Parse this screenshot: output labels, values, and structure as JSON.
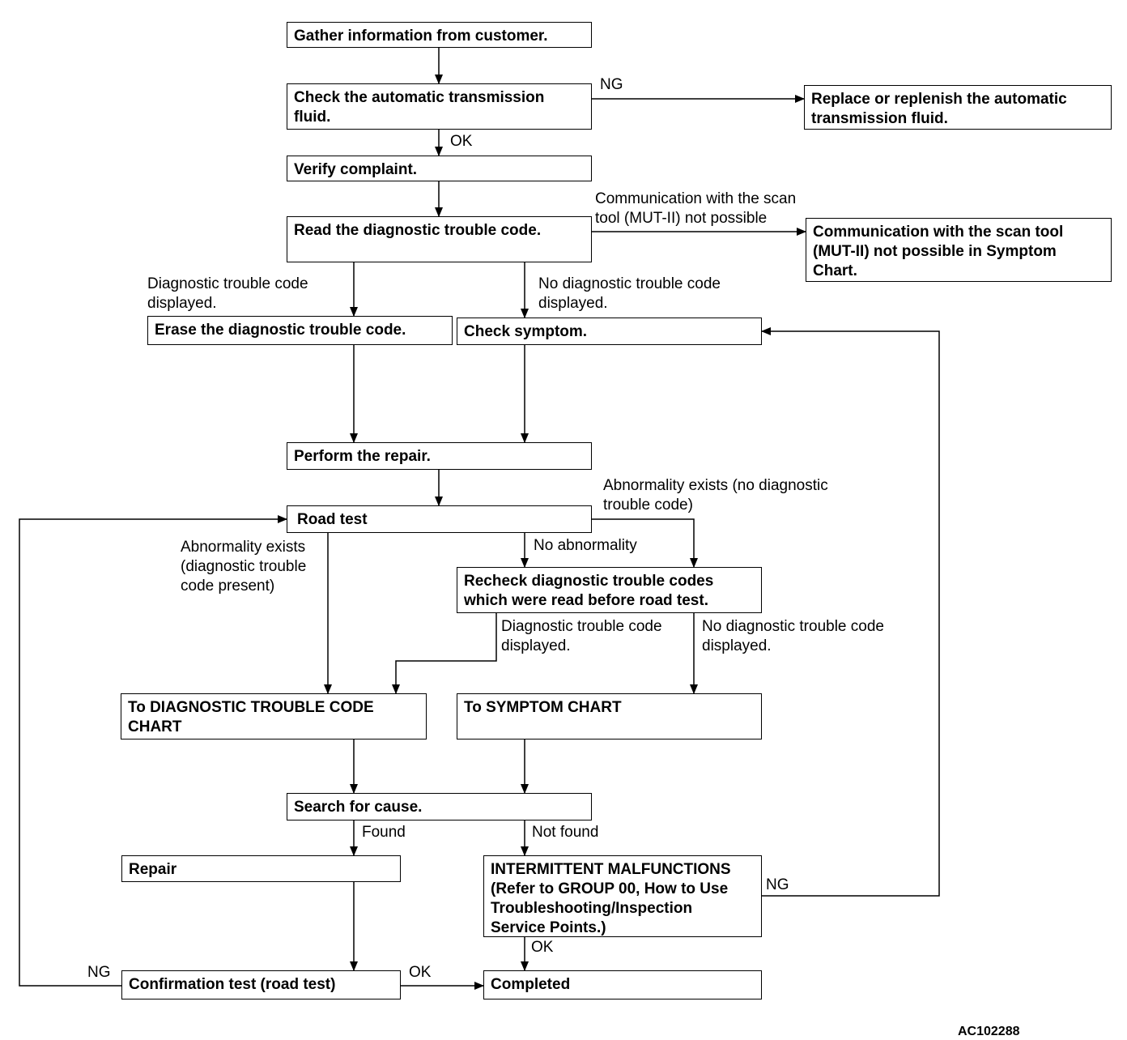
{
  "nodes": {
    "gather": "Gather information from customer.",
    "check_fluid": "Check the automatic transmission\nfluid.",
    "replace_fluid": "Replace or replenish the automatic\ntransmission fluid.",
    "verify": "Verify complaint.",
    "read_dtc": "Read the diagnostic trouble code.",
    "comm_not_possible": "Communication with the scan tool\n(MUT-II) not possible in Symptom\nChart.",
    "erase_dtc": "Erase the diagnostic trouble code.",
    "check_symptom": "Check symptom.",
    "perform_repair": "Perform the repair.",
    "road_test": "Road test",
    "recheck": "Recheck diagnostic trouble codes\nwhich were read before road test.",
    "to_dtc_chart": "To DIAGNOSTIC TROUBLE CODE\nCHART",
    "to_symptom_chart": "To SYMPTOM CHART",
    "search_cause": "Search for cause.",
    "repair": "Repair",
    "intermittent": "INTERMITTENT MALFUNCTIONS\n(Refer to GROUP 00, How to Use\nTroubleshooting/Inspection\nService Points.)",
    "confirmation": "Confirmation test (road test)",
    "completed": "Completed"
  },
  "labels": {
    "ng_fluid": "NG",
    "ok_fluid": "OK",
    "comm_label": "Communication with the scan\ntool (MUT-II) not possible",
    "dtc_displayed": "Diagnostic trouble code\ndisplayed.",
    "no_dtc_displayed": "No diagnostic trouble code\ndisplayed.",
    "abnorm_no_dtc": "Abnormality exists (no diagnostic\ntrouble code)",
    "no_abnormality": "No abnormality",
    "abnorm_dtc": "Abnormality exists\n(diagnostic trouble\ncode present)",
    "dtc_displayed2": "Diagnostic trouble code\ndisplayed.",
    "no_dtc_displayed2": "No diagnostic trouble code\ndisplayed.",
    "found": "Found",
    "not_found": "Not found",
    "ng_intermittent": "NG",
    "ok_intermittent": "OK",
    "ng_confirm": "NG",
    "ok_confirm": "OK"
  },
  "figure_code": "AC102288"
}
